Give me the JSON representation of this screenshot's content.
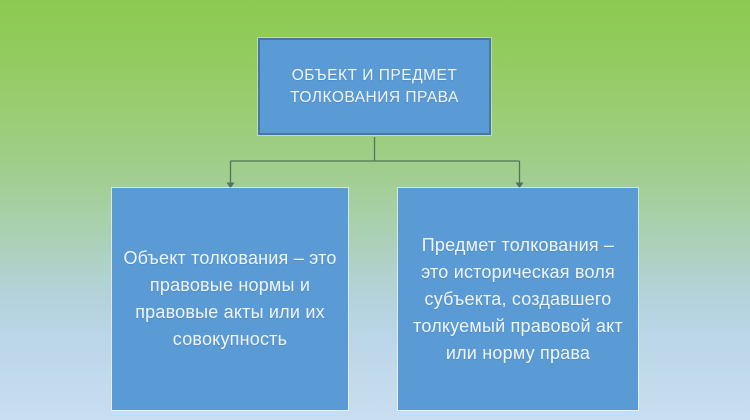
{
  "slide": {
    "title": "ОБЪЕКТ И ПРЕДМЕТ ТОЛКОВАНИЯ ПРАВА"
  },
  "diagram": {
    "root": {
      "label": "ОБЪЕКТ И ПРЕДМЕТ\nТОЛКОВАНИЯ ПРАВА"
    },
    "children": [
      {
        "label": "Объект толкования – это\nправовые нормы и\nправовые акты или их\nсовокупность"
      },
      {
        "label": "Предмет толкования –\nэто историческая воля\nсубъекта, создавшего\nтолкуемый правовой акт\nили норму права"
      }
    ]
  },
  "colors": {
    "box_fill": "#5b9bd5",
    "box_border": "#4577a8",
    "box_text": "#f0f6fb",
    "connector": "#54735c"
  },
  "background": {
    "gradient_top": "#8bca4f",
    "gradient_mid": "#aad0b2",
    "gradient_bottom": "#c9def0"
  }
}
